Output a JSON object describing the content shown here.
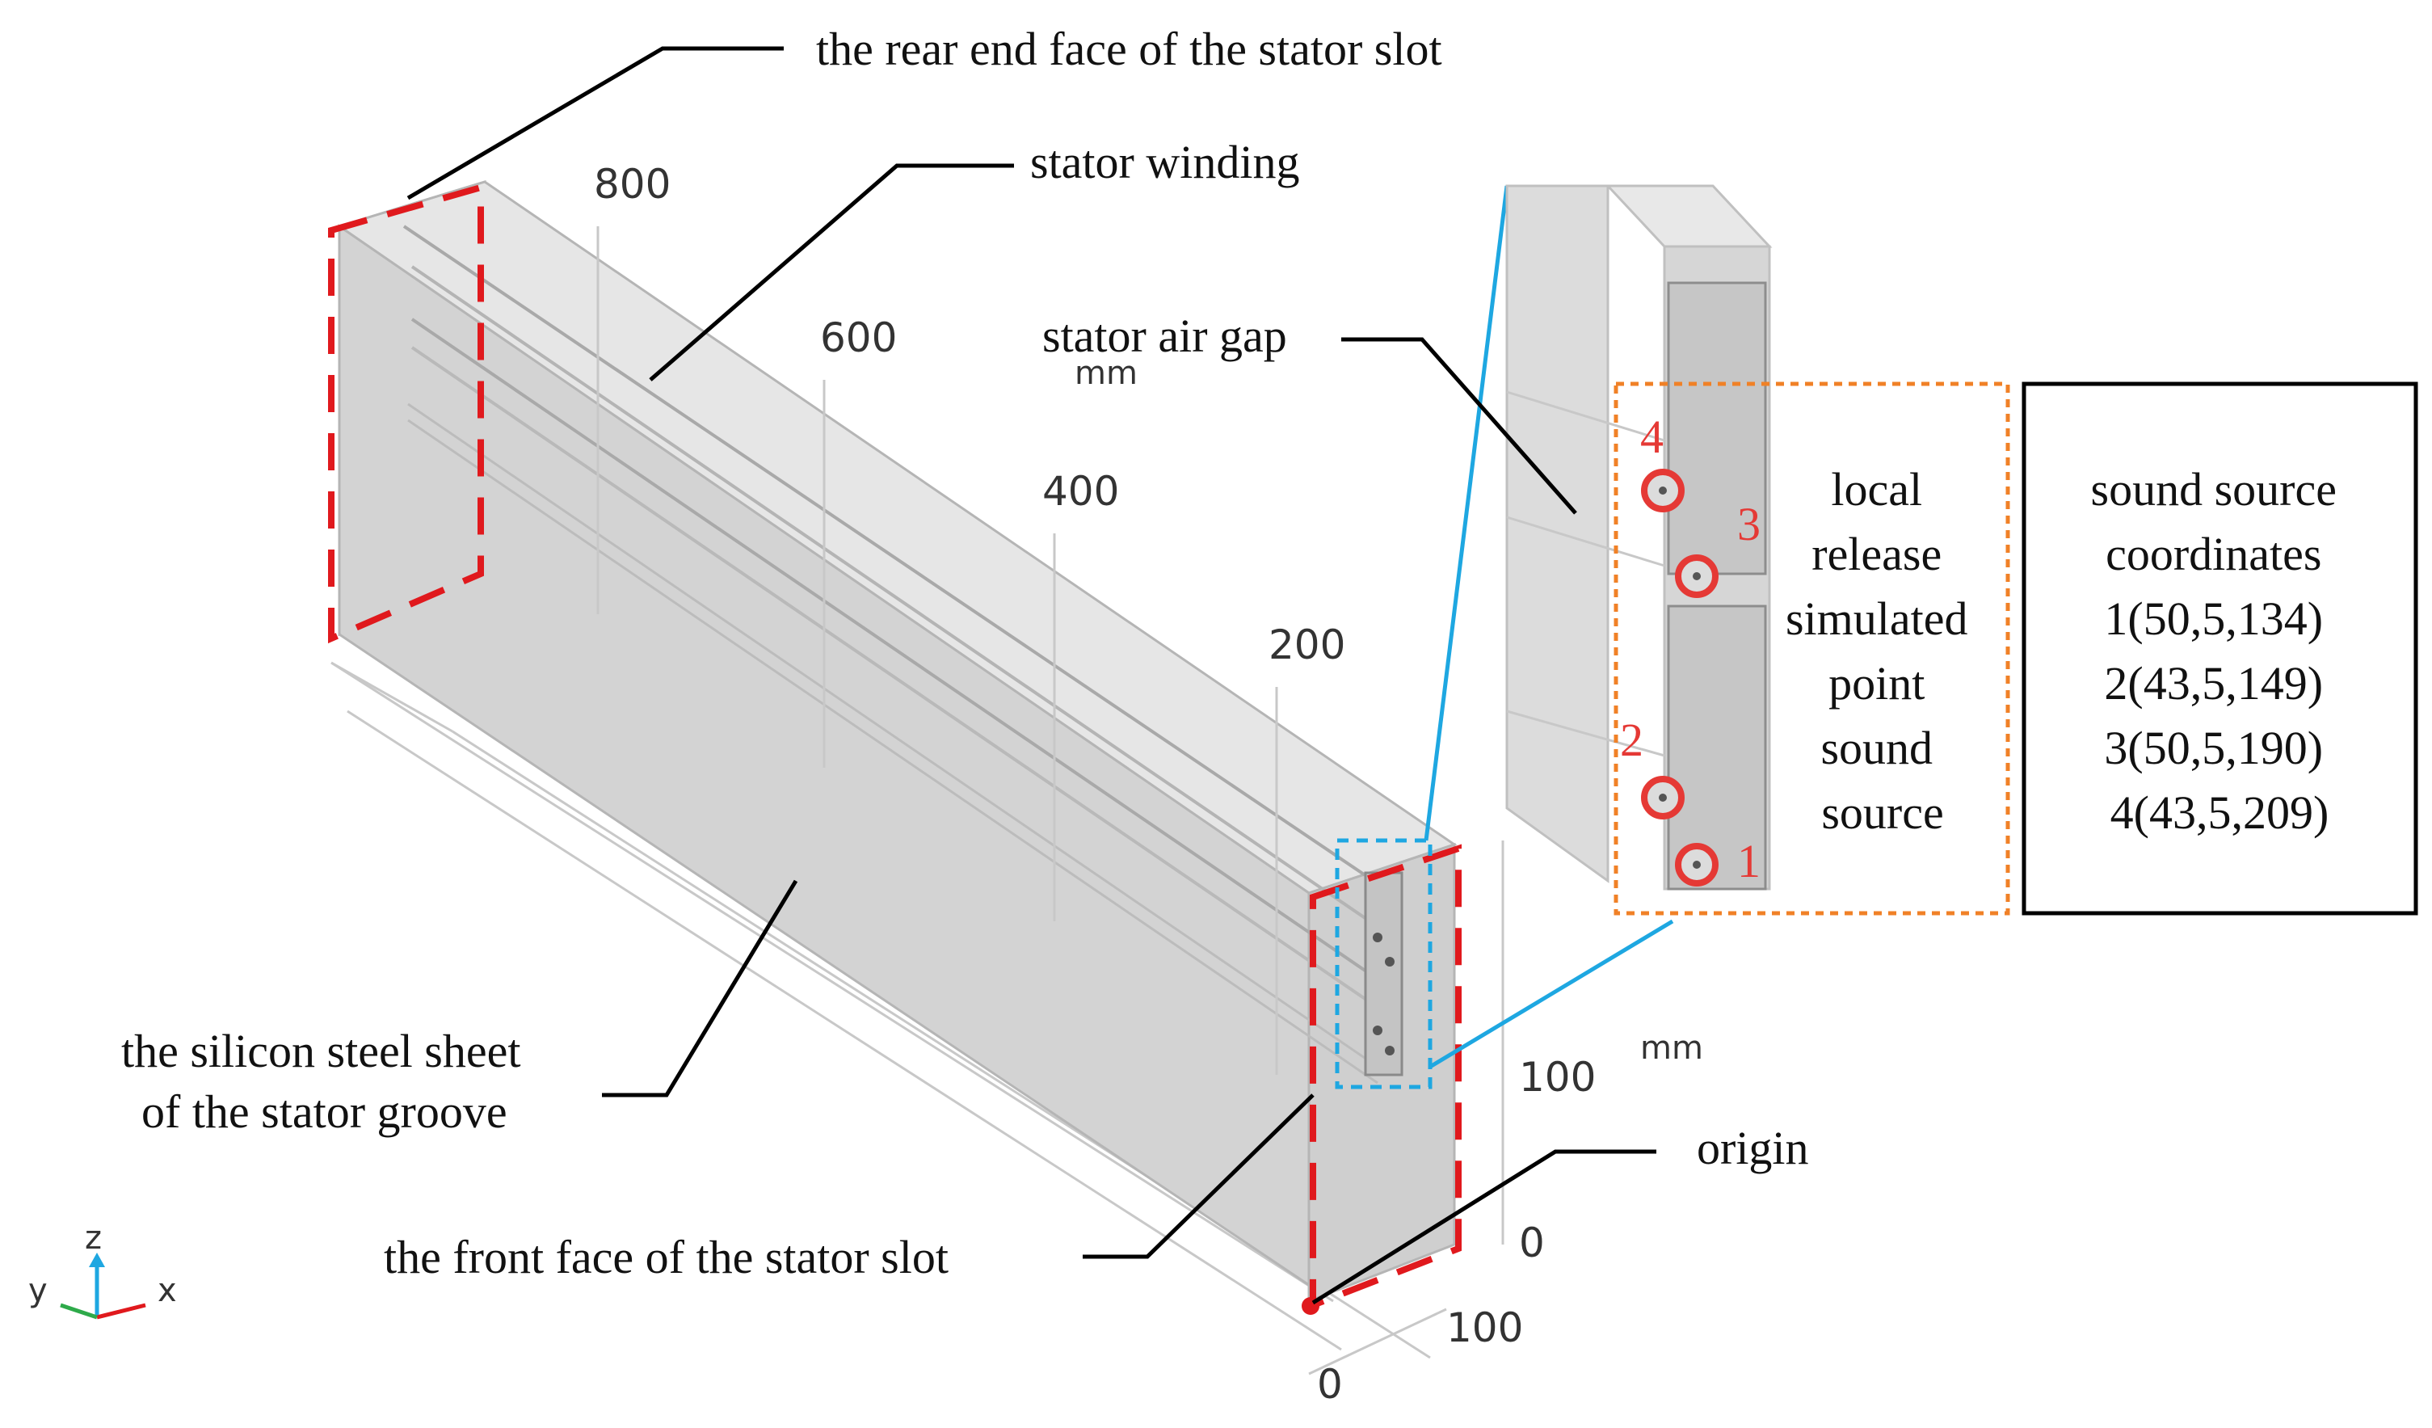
{
  "labels": {
    "rear_face": "the rear end face of the stator slot",
    "stator_winding": "stator winding",
    "stator_air_gap": "stator air gap",
    "silicon_line1": "the silicon steel sheet",
    "silicon_line2": "of the stator groove",
    "origin": "origin",
    "front_face": "the front face of the stator slot"
  },
  "local_label": [
    "local",
    "release",
    "simulated",
    "point",
    "sound",
    "source"
  ],
  "coordinates_box": [
    "sound source",
    "coordinates",
    "1(50,5,134)",
    "2(43,5,149)",
    "3(50,5,190)",
    "4(43,5,209)"
  ],
  "point_numbers": [
    "1",
    "2",
    "3",
    "4"
  ],
  "axis_ticks": {
    "length": [
      "800",
      "600",
      "400",
      "200"
    ],
    "length_unit": "mm",
    "height": [
      "100",
      "0"
    ],
    "height_unit": "mm",
    "width": [
      "100",
      "0"
    ]
  },
  "triad": {
    "y": "y",
    "z": "z",
    "x": "x"
  },
  "colors": {
    "red_dash": "#e0191d",
    "blue_zoom": "#1ea7e1",
    "orange_box": "#f08127",
    "point_ring": "#e53935",
    "body_gray": "#dadada"
  }
}
